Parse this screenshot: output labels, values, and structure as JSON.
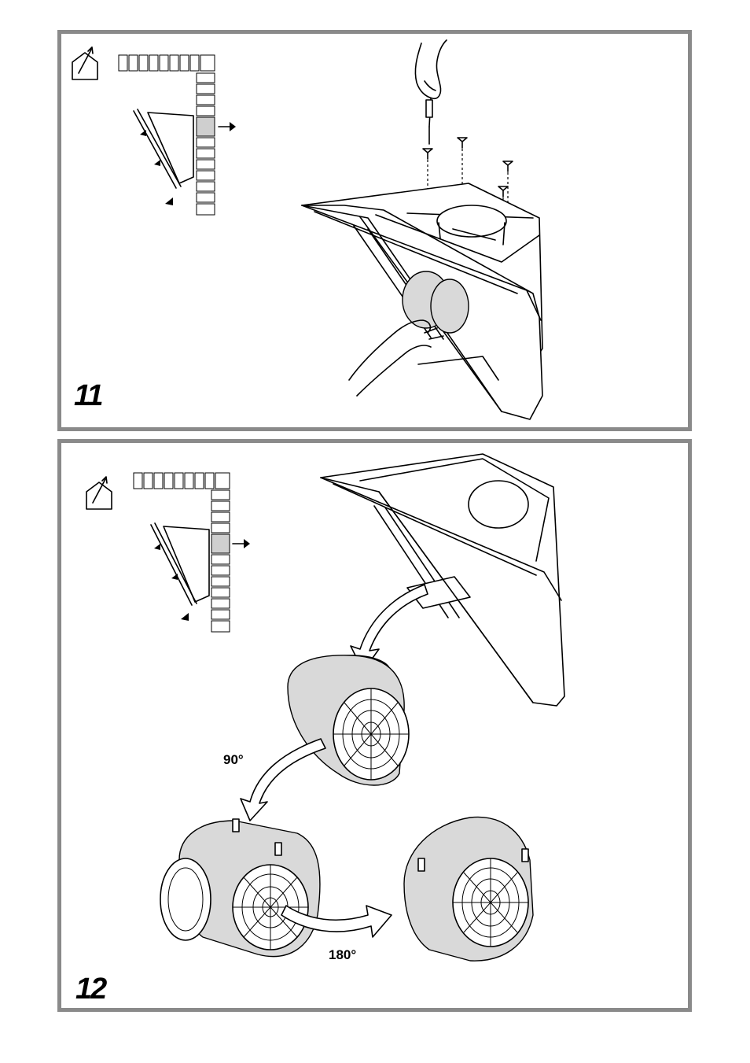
{
  "panels": [
    {
      "step": "11"
    },
    {
      "step": "12",
      "rotation_labels": [
        "90°",
        "180°"
      ]
    }
  ],
  "icons": [
    "house-exhaust-icon",
    "wall-duct-icon",
    "screwdriver-icon",
    "screw-icon",
    "cooker-hood-icon",
    "fan-motor-icon",
    "curved-arrow-icon"
  ],
  "colors": {
    "frame": "#8a8a8a",
    "line": "#000000",
    "shade": "#d9d9d9"
  }
}
